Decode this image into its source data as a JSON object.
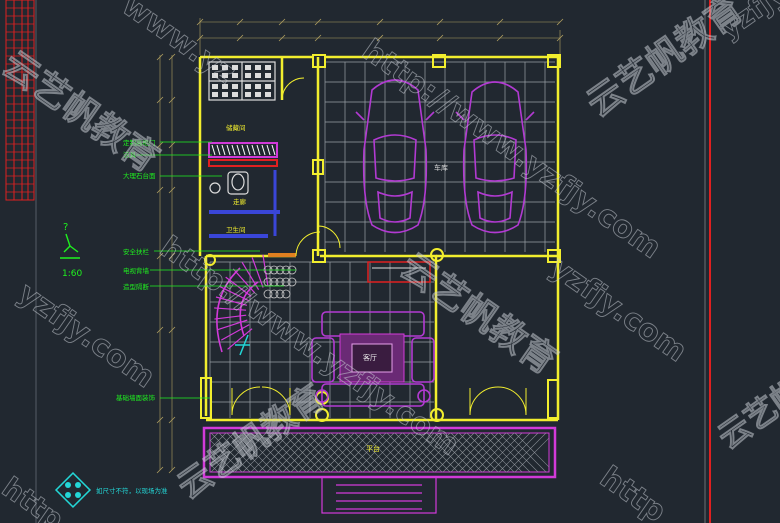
{
  "colors": {
    "background": "#212830",
    "wall": "#f2ee2e",
    "magenta": "#d23ad9",
    "label": "#1ff21f",
    "cyan": "#23d6d6",
    "red": "#e02020",
    "white_line": "#dcdcdc",
    "watermark": "#c8ccd4"
  },
  "legend": {
    "question_mark": "?",
    "scale": "1:60"
  },
  "callouts": {
    "c1": "定制高柜门",
    "c2": "洁具",
    "c3": "大理石台面",
    "c4": "安全扶栏",
    "c5": "电视背墙",
    "c6": "造型隔断",
    "c7": "基础墙面装饰"
  },
  "rooms": {
    "garage": "车库",
    "living": "客厅",
    "terrace": "平台",
    "storage": "储藏间",
    "bath": "卫生间",
    "hall": "走廊"
  },
  "footer_note": "如尺寸不符，以现场为准",
  "watermarks": {
    "brand": "云艺帆教育",
    "url": "http://www.yzfjy.com",
    "short": "yzfjy.com",
    "www": "www.yz",
    "http": "http"
  },
  "icons": [
    "figure-icon",
    "logo-mark-icon",
    "car-icon",
    "sofa-set-icon",
    "stair-icon"
  ]
}
